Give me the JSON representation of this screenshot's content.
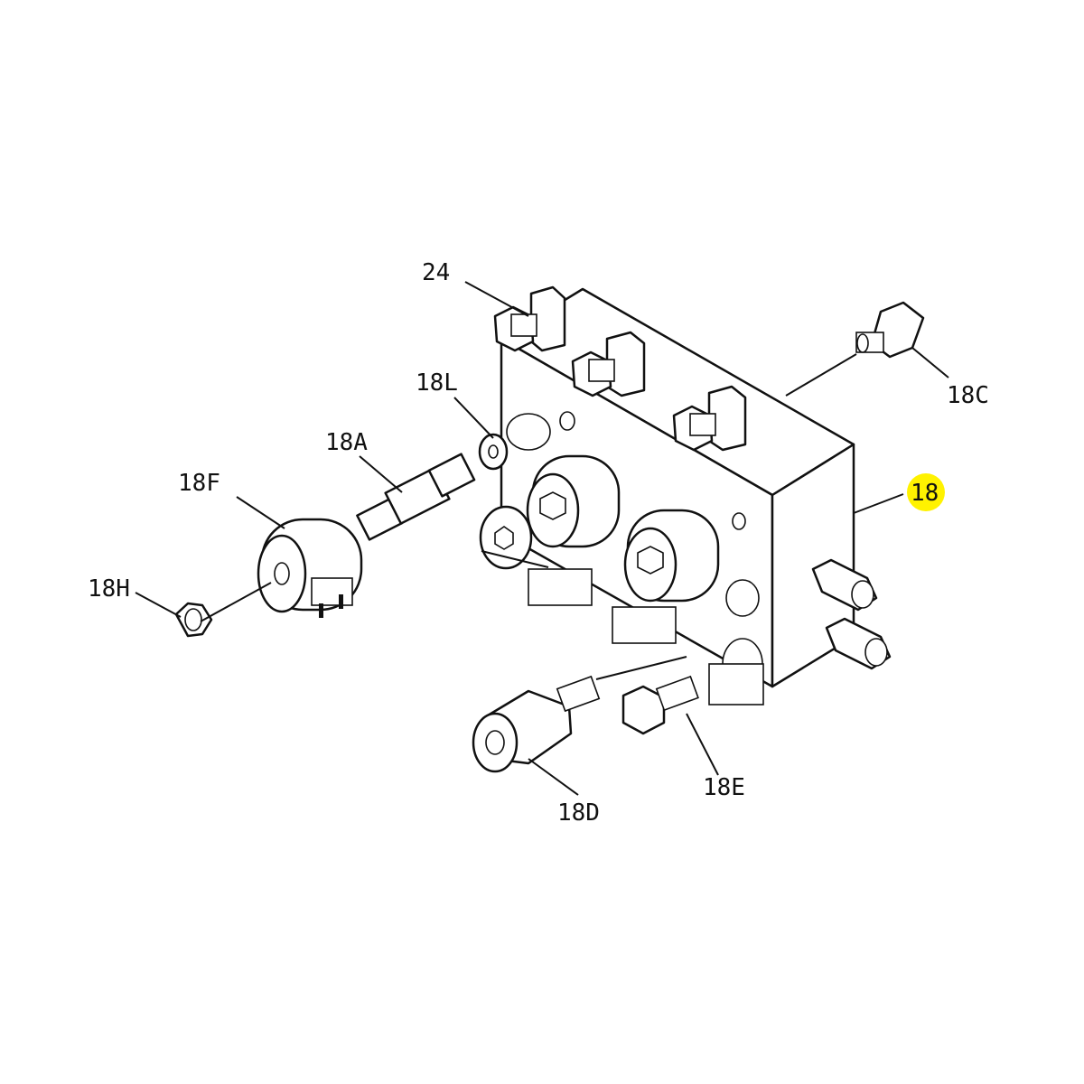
{
  "diagram": {
    "callouts": {
      "c24": "24",
      "c18L": "18L",
      "c18A": "18A",
      "c18F": "18F",
      "c18H": "18H",
      "c18C": "18C",
      "c18": "18",
      "c18D": "18D",
      "c18E": "18E"
    },
    "highlighted_callout": "18",
    "highlight_color": "#fff200",
    "line_color": "#111111"
  }
}
